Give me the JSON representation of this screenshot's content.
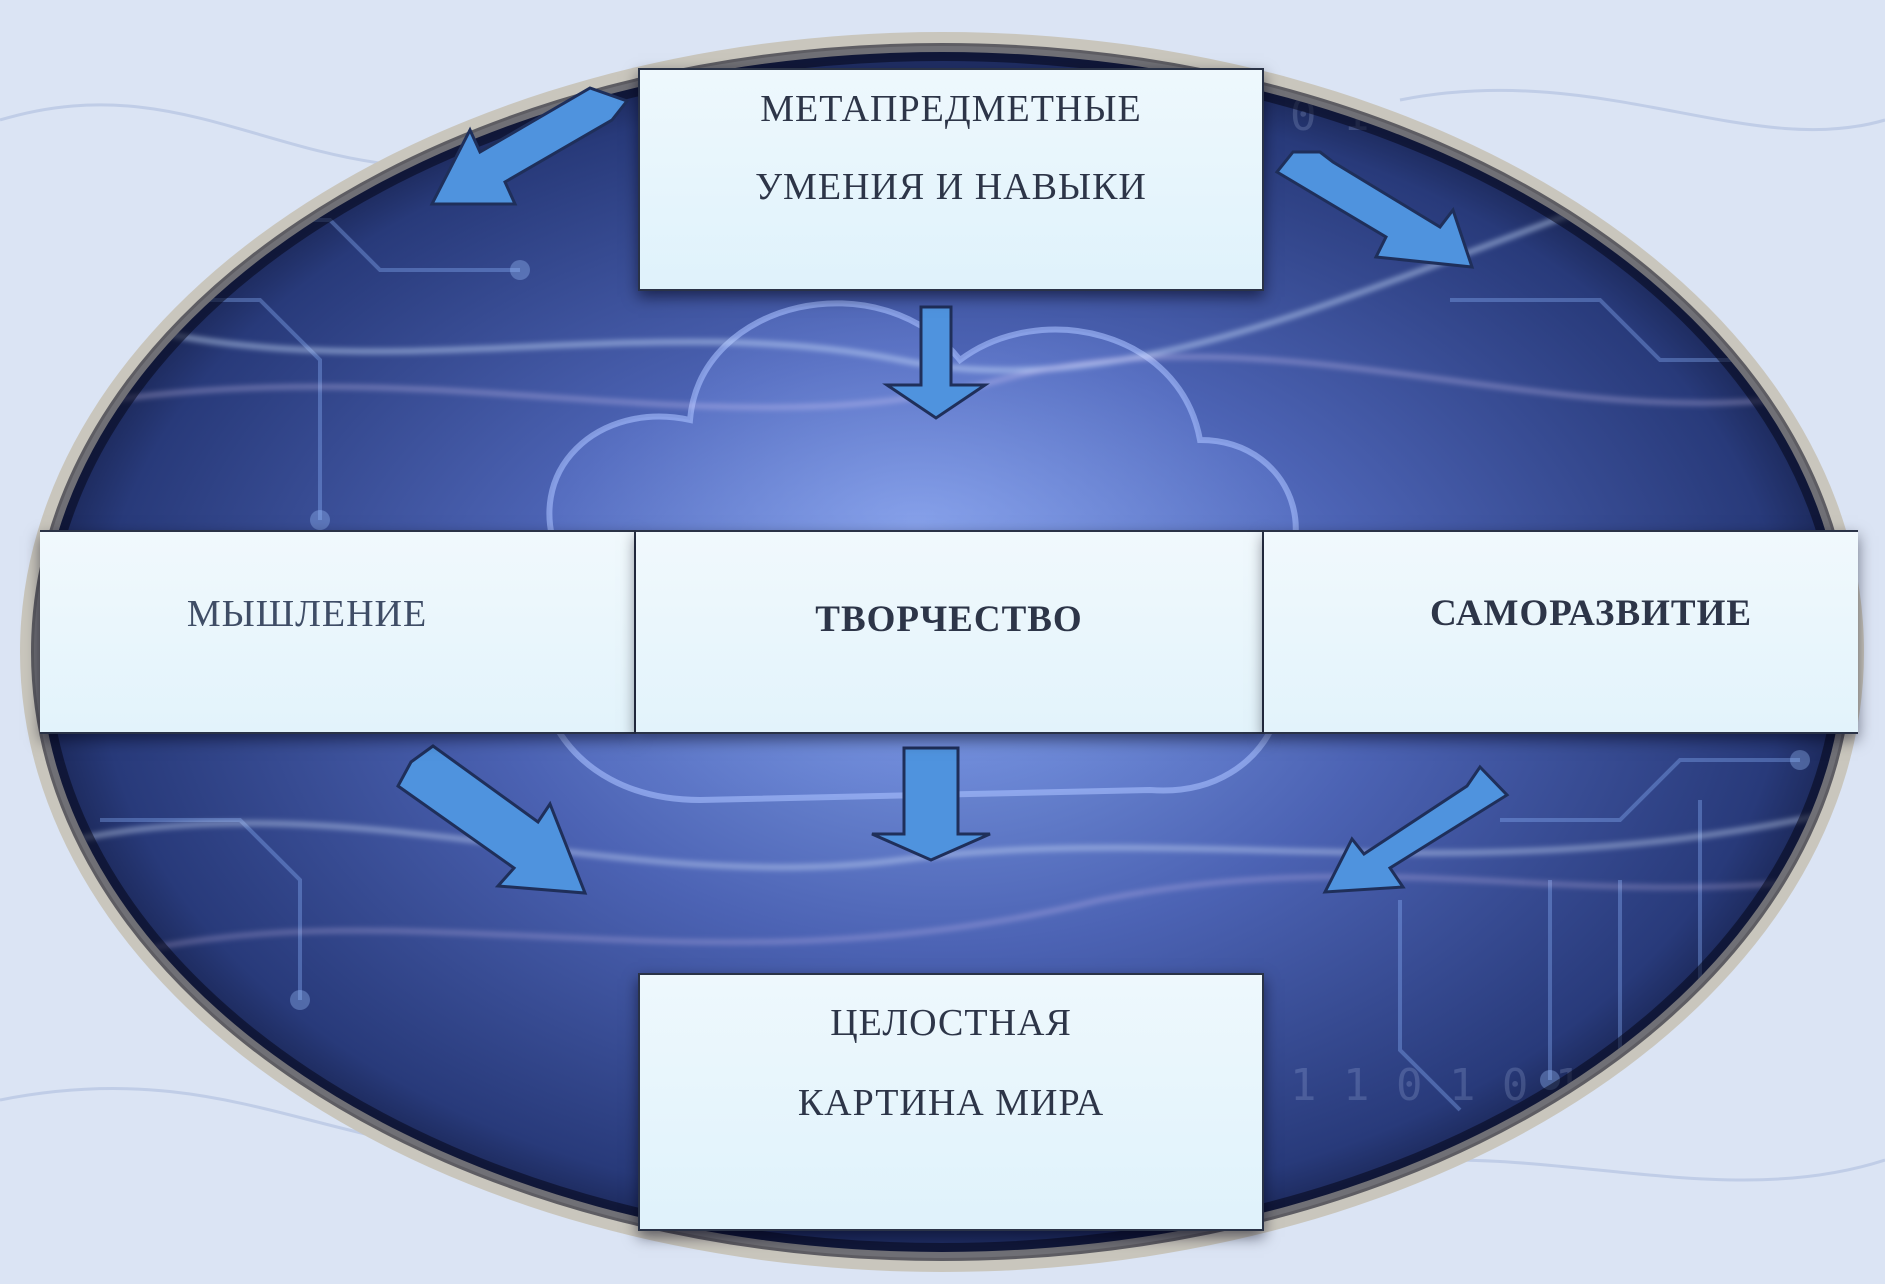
{
  "diagram": {
    "top": {
      "lines": [
        "МЕТАПРЕДМЕТНЫЕ",
        "УМЕНИЯ И НАВЫКИ"
      ]
    },
    "middle": {
      "left": "МЫШЛЕНИЕ",
      "center": "ТВОРЧЕСТВО",
      "right": "САМОРАЗВИТИЕ"
    },
    "bottom": {
      "lines": [
        "ЦЕЛОСТНАЯ",
        "КАРТИНА МИРА"
      ]
    },
    "colors": {
      "ellipse_dark": "#1c2a5a",
      "ellipse_light": "#5f7fd0",
      "ellipse_rim": "#c9c6bd",
      "arrow_fill": "#4f93de",
      "arrow_stroke": "#1f2f5a",
      "box_fill": "#e4f4fb",
      "text": "#2d3548"
    }
  }
}
